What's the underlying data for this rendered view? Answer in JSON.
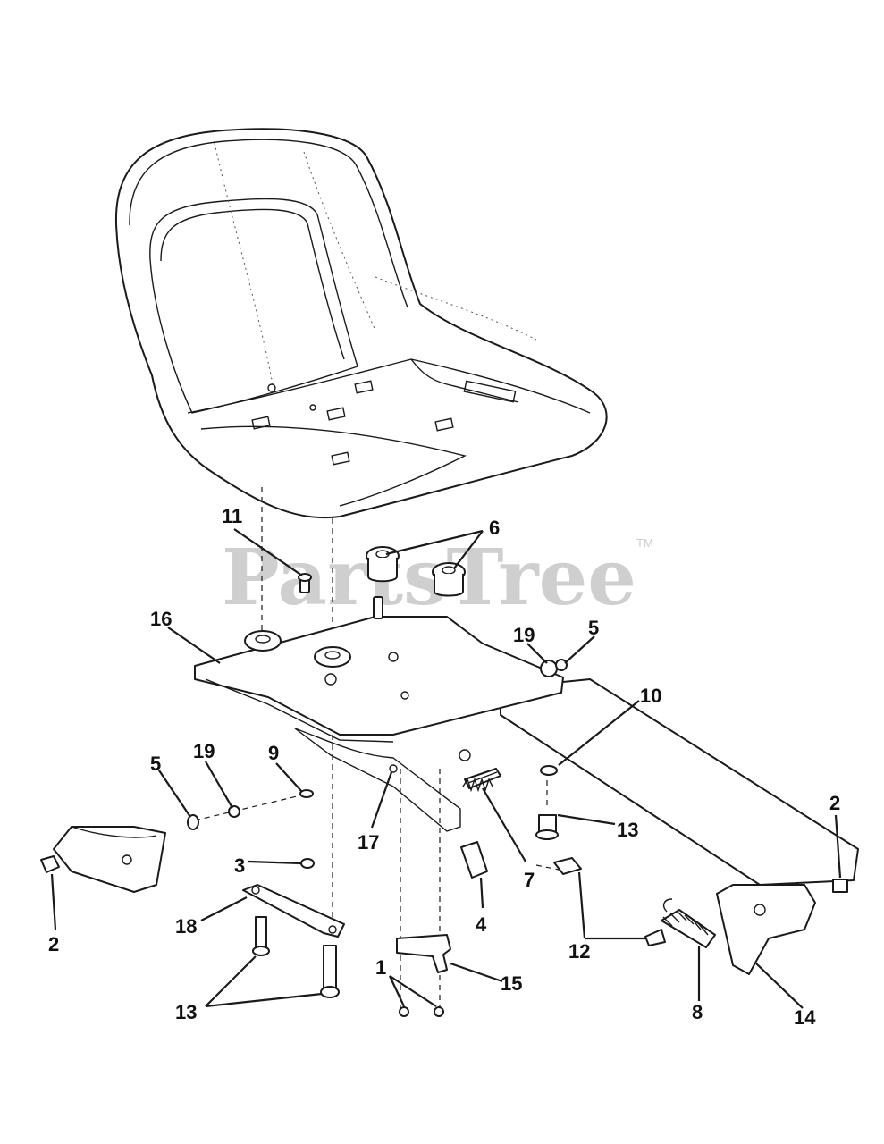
{
  "watermark": {
    "text": "PartsTree",
    "trademark": "TM"
  },
  "callouts": [
    {
      "id": "c1",
      "label": "1"
    },
    {
      "id": "c2a",
      "label": "2"
    },
    {
      "id": "c2b",
      "label": "2"
    },
    {
      "id": "c3",
      "label": "3"
    },
    {
      "id": "c4",
      "label": "4"
    },
    {
      "id": "c5a",
      "label": "5"
    },
    {
      "id": "c5b",
      "label": "5"
    },
    {
      "id": "c6",
      "label": "6"
    },
    {
      "id": "c7",
      "label": "7"
    },
    {
      "id": "c8",
      "label": "8"
    },
    {
      "id": "c9",
      "label": "9"
    },
    {
      "id": "c10",
      "label": "10"
    },
    {
      "id": "c11",
      "label": "11"
    },
    {
      "id": "c12",
      "label": "12"
    },
    {
      "id": "c13a",
      "label": "13"
    },
    {
      "id": "c13b",
      "label": "13"
    },
    {
      "id": "c14",
      "label": "14"
    },
    {
      "id": "c15",
      "label": "15"
    },
    {
      "id": "c16",
      "label": "16"
    },
    {
      "id": "c17",
      "label": "17"
    },
    {
      "id": "c18",
      "label": "18"
    },
    {
      "id": "c19a",
      "label": "19"
    },
    {
      "id": "c19b",
      "label": "19"
    }
  ]
}
